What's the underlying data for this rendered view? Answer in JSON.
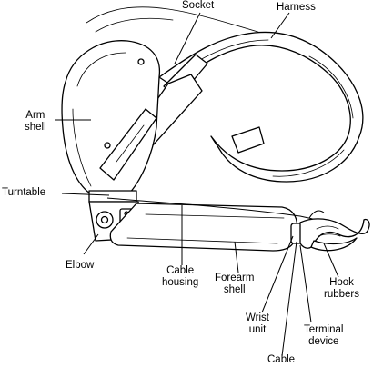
{
  "labels": {
    "socket": "Socket",
    "harness": "Harness",
    "arm_shell": "Arm\nshell",
    "turntable": "Turntable",
    "elbow": "Elbow",
    "cable_housing": "Cable\nhousing",
    "forearm_shell": "Forearm\nshell",
    "wrist_unit": "Wrist\nunit",
    "hook_rubbers": "Hook\nrubbers",
    "terminal_device": "Terminal\ndevice",
    "cable": "Cable"
  }
}
